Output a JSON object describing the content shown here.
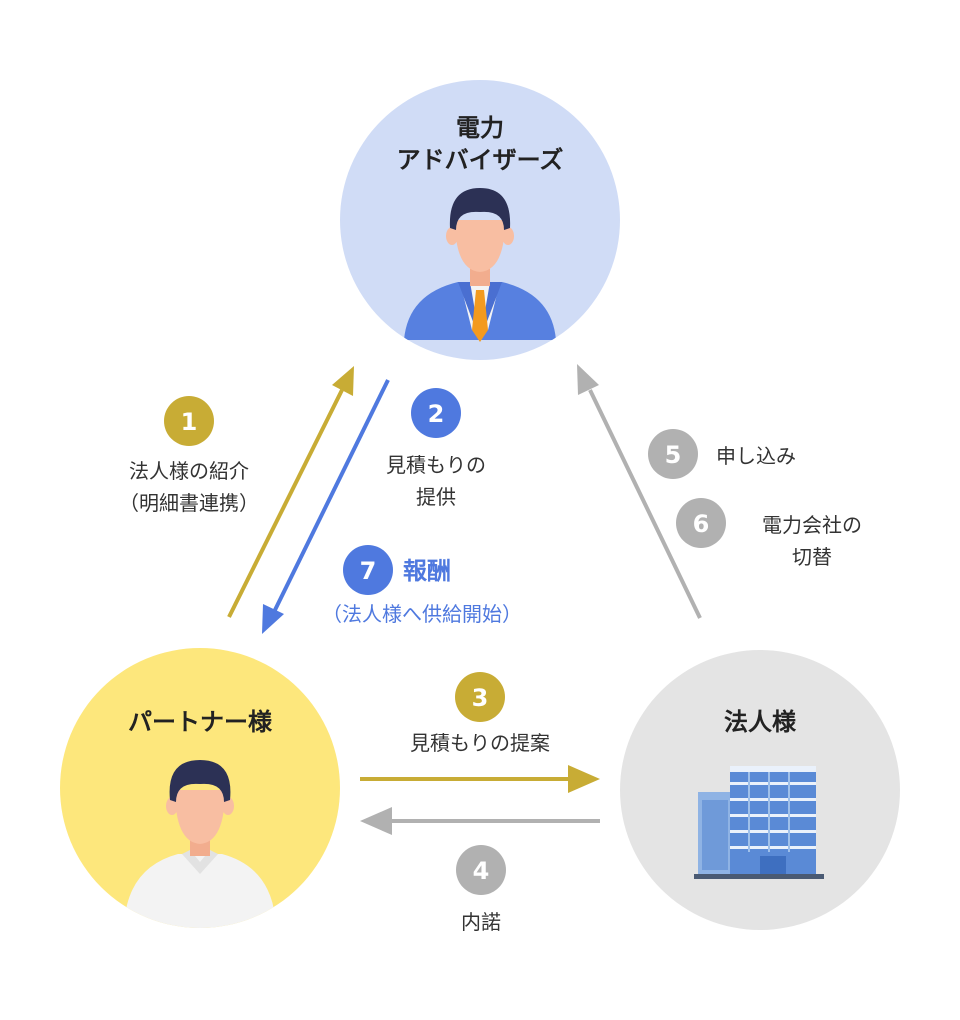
{
  "colors": {
    "gold": "#c8ac35",
    "blue": "#4f79df",
    "gray": "#b1b1b1",
    "advisor_bg": "#d0dcf6",
    "partner_bg": "#fde77c",
    "corp_bg": "#e4e4e4",
    "text": "#333333",
    "suit": "#5780e0",
    "tie": "#f39a1f",
    "hair": "#2c3155",
    "skin": "#f8bea2"
  },
  "nodes": {
    "advisor": {
      "line1": "電力",
      "line2": "アドバイザーズ",
      "icon": "advisor-person-icon"
    },
    "partner": {
      "title": "パートナー様",
      "icon": "partner-person-icon"
    },
    "corporate": {
      "title": "法人様",
      "icon": "building-icon"
    }
  },
  "steps": {
    "s1": {
      "num": "1",
      "line1": "法人様の紹介",
      "line2": "（明細書連携）"
    },
    "s2": {
      "num": "2",
      "line1": "見積もりの",
      "line2": "提供"
    },
    "s3": {
      "num": "3",
      "line1": "見積もりの提案"
    },
    "s4": {
      "num": "4",
      "line1": "内諾"
    },
    "s5": {
      "num": "5",
      "line1": "申し込み"
    },
    "s6": {
      "num": "6",
      "line1": "電力会社の",
      "line2": "切替"
    },
    "s7": {
      "num": "7",
      "line1": "報酬",
      "line2": "（法人様へ供給開始）"
    }
  }
}
